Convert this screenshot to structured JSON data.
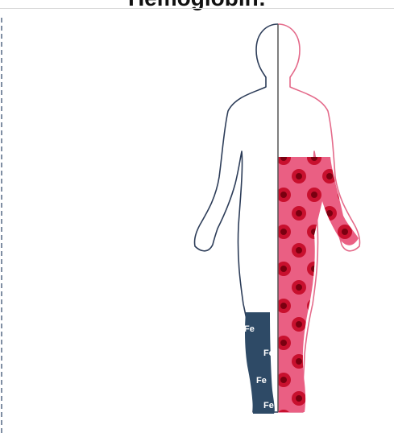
{
  "title": "Hemoglobin:",
  "fe_labels": [
    "Fe",
    "Fe",
    "Fe",
    "Fe"
  ],
  "colors": {
    "outline_left": "#2d3d59",
    "outline_right": "#e46a8a",
    "iron_fill": "#2e4a66",
    "blood_fill": "#ea5f83",
    "cell_outer": "#c8102e",
    "cell_inner": "#7a0010",
    "center_line": "#555555"
  }
}
